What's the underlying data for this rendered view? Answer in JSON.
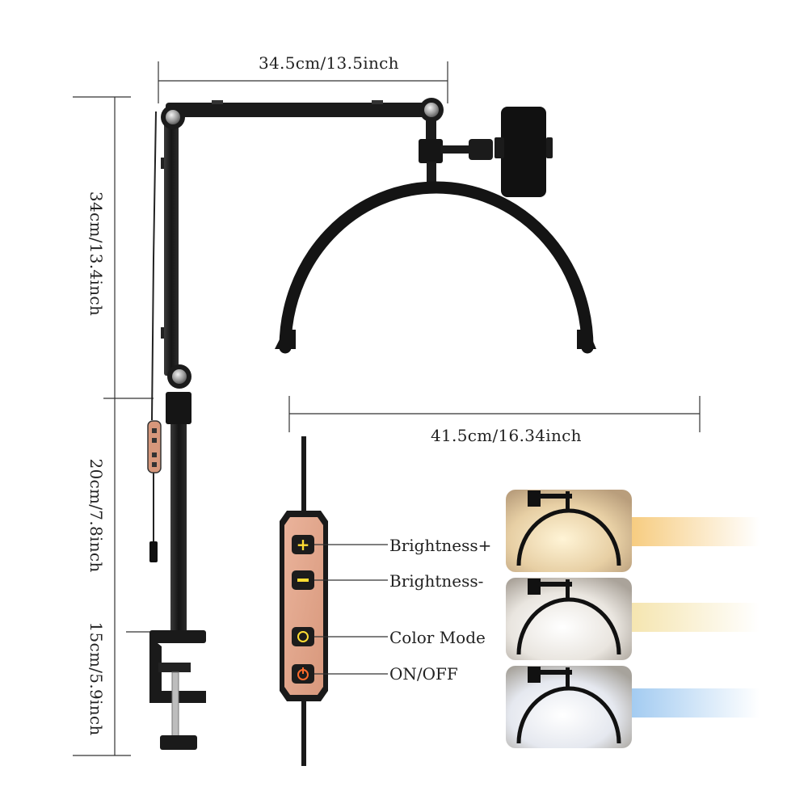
{
  "dimensions": {
    "arm_width": "34.5cm/13.5inch",
    "arm_height": "34cm/13.4inch",
    "pole_height": "20cm/7.8inch",
    "clamp_height": "15cm/5.9inch",
    "light_width": "41.5cm/16.34inch"
  },
  "controller": {
    "brightness_up": "Brightness+",
    "brightness_down": "Brightness-",
    "color_mode": "Color Mode",
    "power": "ON/OFF"
  },
  "color_modes": [
    {
      "name": "warm",
      "color": "#f6c978"
    },
    {
      "name": "neutral",
      "color": "#f4e6b0"
    },
    {
      "name": "cool",
      "color": "#a9cff0"
    }
  ],
  "colors": {
    "controller_body": "#e2a98e",
    "button_yellow": "#ffdd33",
    "button_orange": "#ff6a2b",
    "frame_black": "#1a1a1a"
  }
}
